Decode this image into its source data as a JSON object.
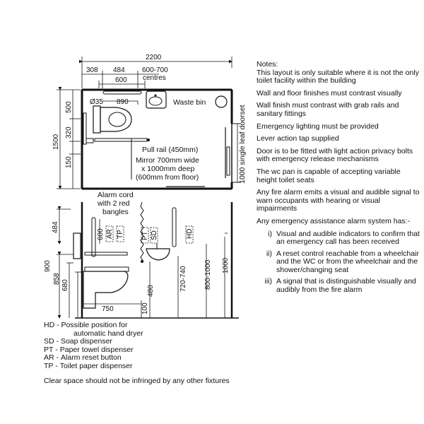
{
  "plan": {
    "dims": {
      "total_width": "2200",
      "seg_308": "308",
      "seg_484": "484",
      "seg_centres_top": "600-700",
      "seg_centres_bottom": "centres",
      "seg_600": "600",
      "d35": "Ø35",
      "d890": "890",
      "h1500": "1500",
      "h500": "500",
      "h320": "320",
      "h150": "150",
      "door": "1000 single leaf doorset"
    },
    "labels": {
      "waste_bin": "Waste bin",
      "pull_rail": "Pull rail (450mm)",
      "mirror_1": "Mirror 700mm wide",
      "mirror_2": "x 1000mm deep",
      "mirror_3": "(600mm from floor)"
    }
  },
  "elevation": {
    "labels": {
      "alarm_1": "Alarm cord",
      "alarm_2": "with 2 red",
      "alarm_3": "bangles"
    },
    "fixtures": {
      "ar": "AR",
      "tp": "TP",
      "pt": "PT",
      "sd": "SD",
      "hd": "HD"
    },
    "dims": {
      "d484": "484",
      "d600": "600",
      "d900": "900",
      "d858": "858",
      "d680": "680",
      "d480": "480",
      "d720_740": "720-740",
      "d800_1000": "800-1000",
      "d1000": "1000",
      "d750": "750",
      "d100": "100"
    }
  },
  "legend": [
    {
      "code": "HD",
      "text": "Possible position for"
    },
    {
      "code": "",
      "text": "automatic hand dryer"
    },
    {
      "code": "SD",
      "text": "Soap dispenser"
    },
    {
      "code": "PT",
      "text": "Paper towel dispenser"
    },
    {
      "code": "AR",
      "text": "Alarm reset button"
    },
    {
      "code": "TP",
      "text": "Toilet paper dispenser"
    }
  ],
  "footnote": "Clear space should not be infringed by any other fixtures",
  "notes": {
    "title": "Notes:",
    "paragraphs": [
      "This layout is only suitable where it is not the only toilet facility within the building",
      "Wall and floor finishes must contrast visually",
      "Wall finish must contrast with grab rails and sanitary fittings",
      "Emergency lighting must be provided",
      "Lever action tap supplied",
      "Door is to be fitted with light action privacy bolts with emergency release mechanisms",
      "The wc pan is capable of accepting variable height toilet seats",
      "Any fire alarm emits a visual and audible signal to warn occupants with hearing or visual impairments",
      "Any emergency assistance alarm system has:-"
    ],
    "items": [
      {
        "num": "i)",
        "text": "Visual and audible indicators to confirm that an emergency call has been received"
      },
      {
        "num": "ii)",
        "text": "A reset control reachable from a wheelchair and the WC or from the wheelchair and the shower/changing seat"
      },
      {
        "num": "iii)",
        "text": "A signal that is distinguishable visually and audibly from the fire alarm"
      }
    ]
  }
}
